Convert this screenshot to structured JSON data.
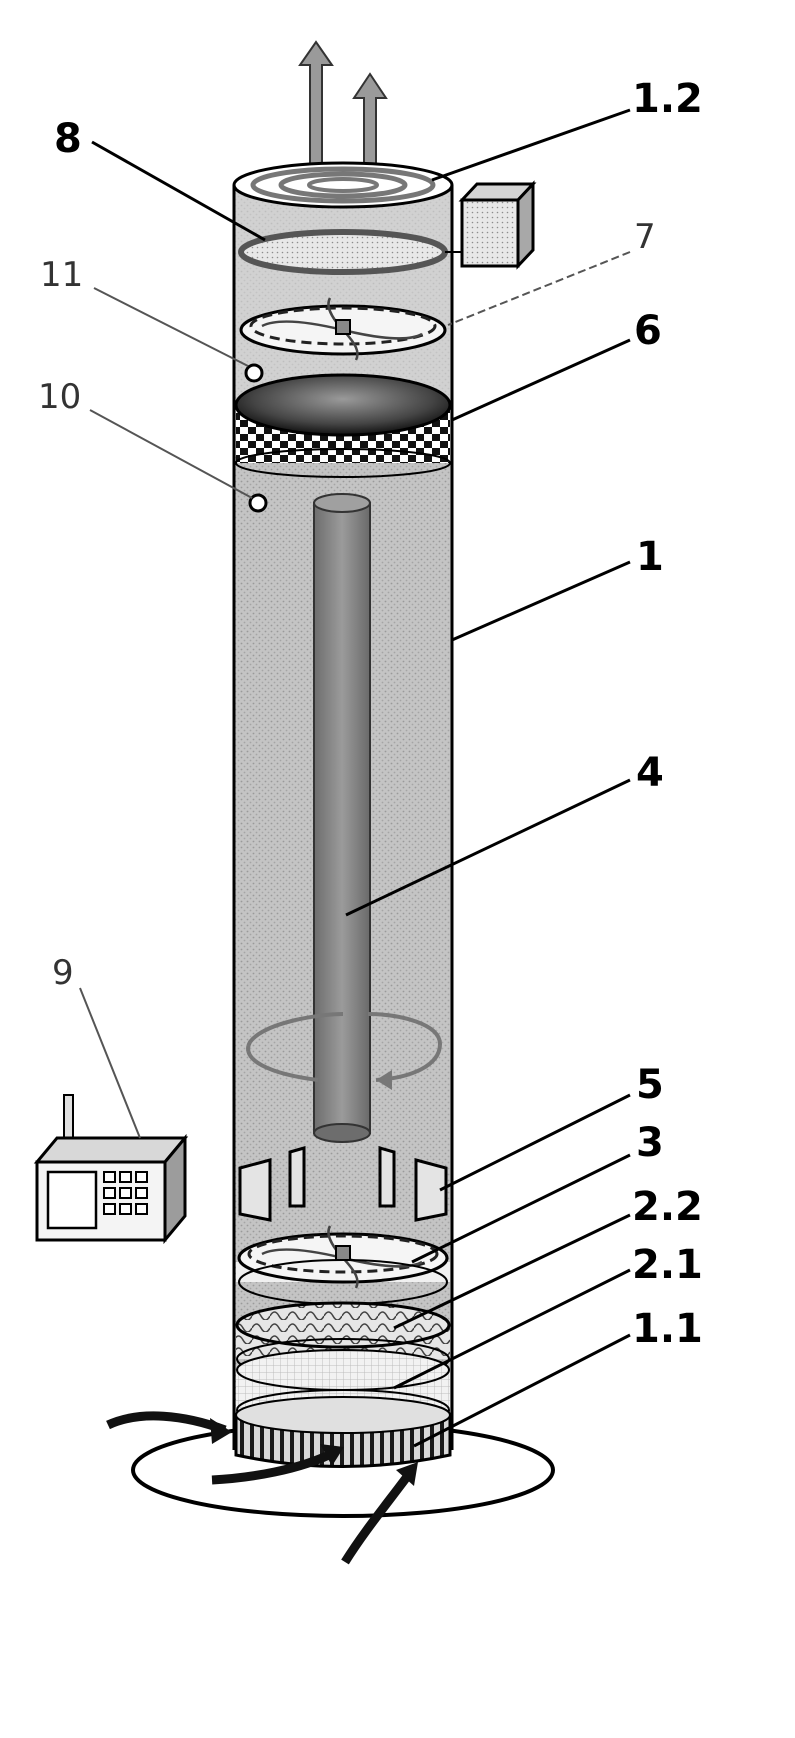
{
  "labels": {
    "l_1_2": "1.2",
    "l_8": "8",
    "l_7": "7",
    "l_11": "11",
    "l_6": "6",
    "l_10": "10",
    "l_1": "1",
    "l_4": "4",
    "l_9": "9",
    "l_5": "5",
    "l_3": "3",
    "l_2_2": "2.2",
    "l_2_1": "2.1",
    "l_1_1": "1.1"
  },
  "colors": {
    "tube_fill": "#bdbdbd",
    "rod": "#8a8a8a",
    "arrow": "#9a9a9a",
    "dark": "#222222",
    "line": "#000000"
  }
}
